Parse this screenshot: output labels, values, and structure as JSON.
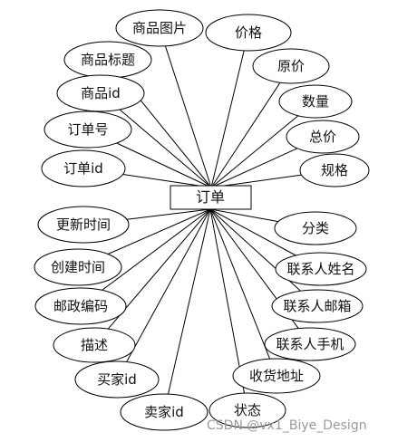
{
  "entity": {
    "label": "订单"
  },
  "attributes": [
    {
      "id": "goods-image",
      "label": "商品图片"
    },
    {
      "id": "price",
      "label": "价格"
    },
    {
      "id": "goods-title",
      "label": "商品标题"
    },
    {
      "id": "original-price",
      "label": "原价"
    },
    {
      "id": "goods-id",
      "label": "商品id"
    },
    {
      "id": "quantity",
      "label": "数量"
    },
    {
      "id": "order-no",
      "label": "订单号"
    },
    {
      "id": "total-price",
      "label": "总价"
    },
    {
      "id": "order-id",
      "label": "订单id"
    },
    {
      "id": "spec",
      "label": "规格"
    },
    {
      "id": "update-time",
      "label": "更新时间"
    },
    {
      "id": "category",
      "label": "分类"
    },
    {
      "id": "create-time",
      "label": "创建时间"
    },
    {
      "id": "contact-name",
      "label": "联系人姓名"
    },
    {
      "id": "postal-code",
      "label": "邮政编码"
    },
    {
      "id": "contact-email",
      "label": "联系人邮箱"
    },
    {
      "id": "description",
      "label": "描述"
    },
    {
      "id": "contact-phone",
      "label": "联系人手机"
    },
    {
      "id": "buyer-id",
      "label": "买家id"
    },
    {
      "id": "shipping-address",
      "label": "收货地址"
    },
    {
      "id": "seller-id",
      "label": "卖家id"
    },
    {
      "id": "status",
      "label": "状态"
    }
  ],
  "watermark": "CSDN @vx1_Biye_Design"
}
